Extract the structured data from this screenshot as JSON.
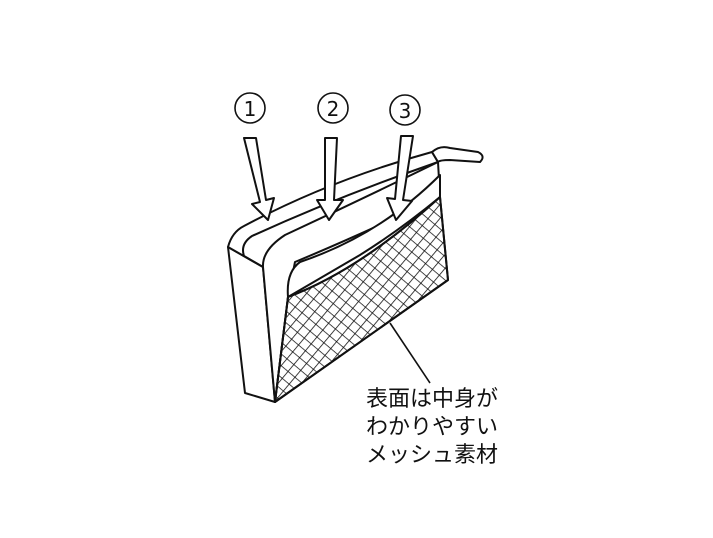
{
  "labels": [
    "①",
    "②",
    "③"
  ],
  "caption": [
    "表面は中身が",
    "わかりやすい",
    "メッシュ素材"
  ],
  "colors": {
    "line": "#111111",
    "background": "#ffffff"
  }
}
